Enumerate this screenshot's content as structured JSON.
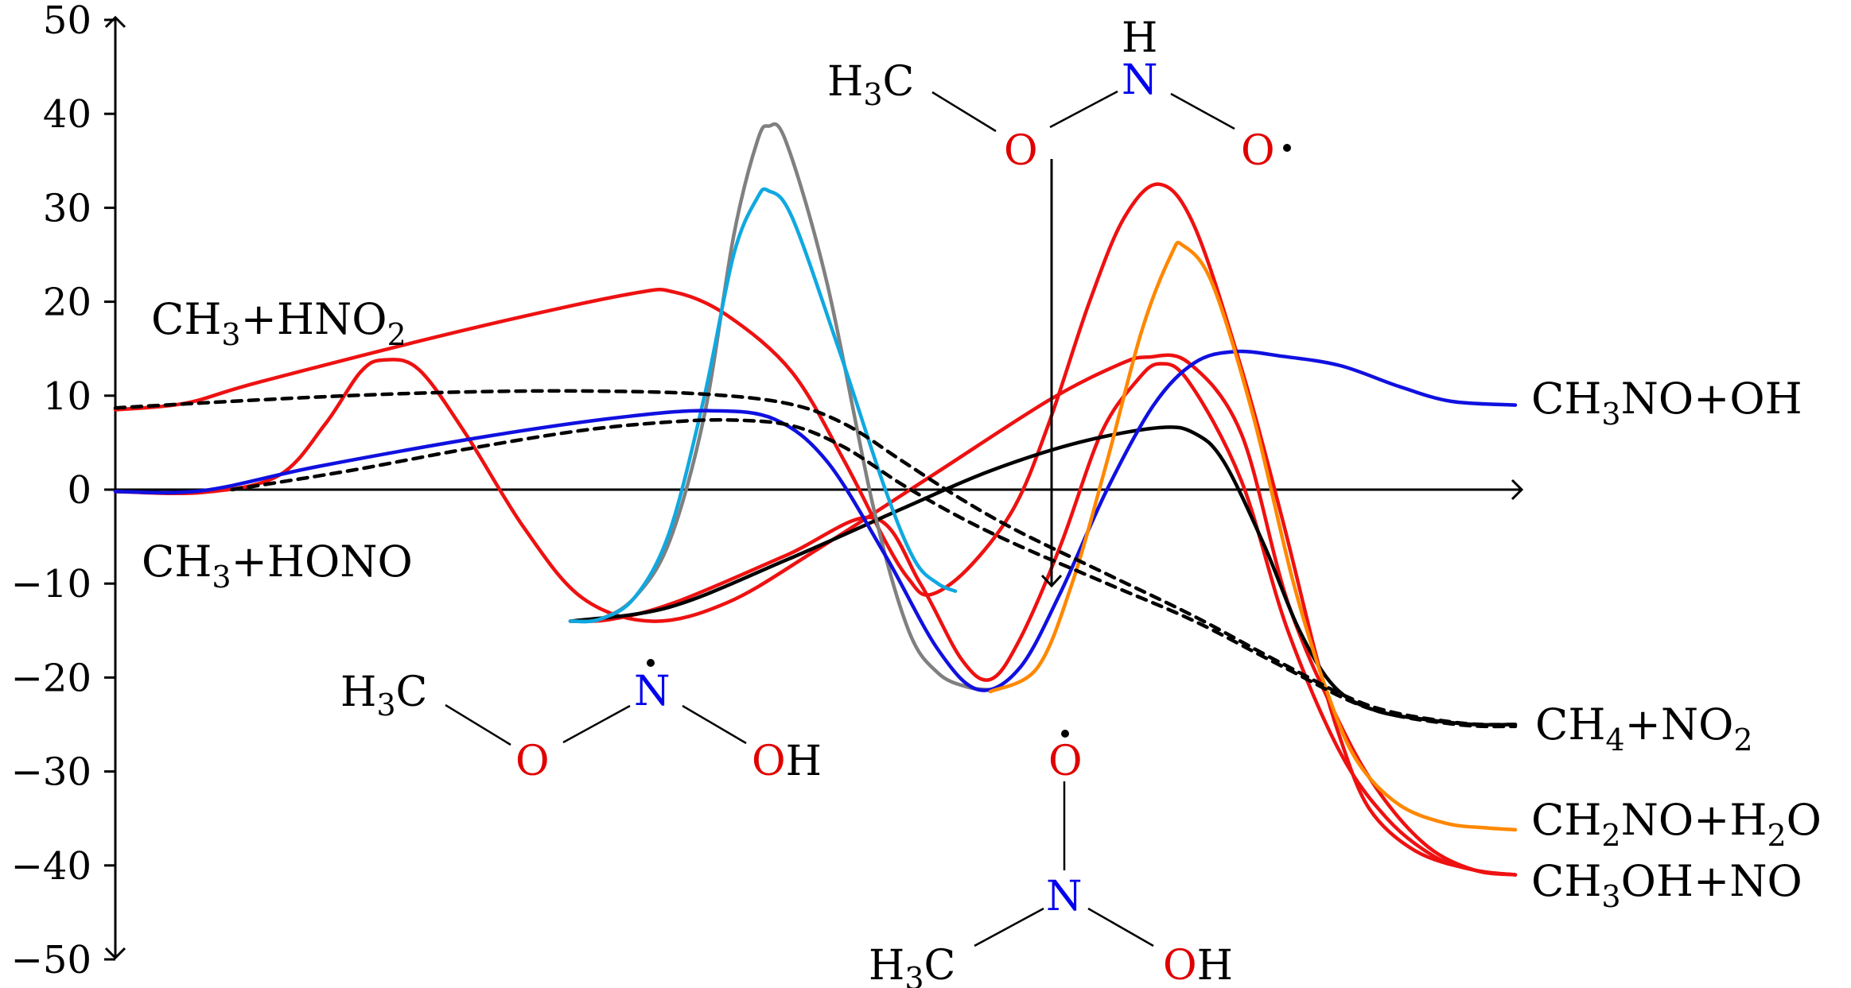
{
  "chart_data": {
    "type": "line",
    "ylim": [
      -50,
      50
    ],
    "y_ticks": [
      50,
      40,
      30,
      20,
      10,
      0,
      -10,
      -20,
      -30,
      -40,
      -50
    ],
    "x_axis": "unlabeled reaction coordinate",
    "colors": {
      "red": "#ee1111",
      "blue": "#1010e0",
      "black": "#000000",
      "gray": "#808080",
      "cyan": "#10a8e0",
      "orange": "#ff8800"
    },
    "series": [
      {
        "color": "red",
        "points": [
          [
            0,
            8.5
          ],
          [
            1.2,
            9.2
          ],
          [
            2.5,
            11.5
          ],
          [
            6,
            17
          ],
          [
            8.8,
            20.8
          ],
          [
            9.6,
            21.0
          ],
          [
            10.5,
            18.5
          ],
          [
            11.6,
            12.5
          ],
          [
            12.5,
            3
          ],
          [
            13.2,
            -5.5
          ],
          [
            13.6,
            -9.5
          ],
          [
            13.95,
            -11.2
          ],
          [
            14.6,
            -8.5
          ],
          [
            15.4,
            -2
          ],
          [
            16.0,
            7
          ],
          [
            16.7,
            20
          ],
          [
            17.3,
            29
          ],
          [
            17.9,
            32.5
          ],
          [
            18.5,
            28
          ],
          [
            19.3,
            13
          ],
          [
            20.0,
            -3
          ],
          [
            20.6,
            -18
          ],
          [
            21.0,
            -26.5
          ],
          [
            21.5,
            -34
          ],
          [
            22.3,
            -38.5
          ],
          [
            23.3,
            -40.5
          ],
          [
            24,
            -41
          ]
        ]
      },
      {
        "color": "red",
        "points": [
          [
            0,
            -0.2
          ],
          [
            1.5,
            -0.3
          ],
          [
            2.8,
            1.5
          ],
          [
            3.6,
            7
          ],
          [
            4.2,
            12.5
          ],
          [
            4.6,
            13.8
          ],
          [
            5.2,
            12.8
          ],
          [
            6,
            6
          ],
          [
            7,
            -4
          ],
          [
            8,
            -11.5
          ],
          [
            9.2,
            -14
          ],
          [
            10.5,
            -12
          ],
          [
            12,
            -6.5
          ],
          [
            14,
            1.5
          ],
          [
            16,
            9.5
          ],
          [
            17.2,
            13.3
          ],
          [
            17.7,
            14.1
          ],
          [
            18.4,
            13.5
          ],
          [
            19.3,
            6
          ],
          [
            20.1,
            -12
          ],
          [
            21.0,
            -25
          ],
          [
            21.7,
            -32.5
          ],
          [
            22.5,
            -38
          ],
          [
            23.3,
            -40.5
          ],
          [
            24,
            -41
          ]
        ]
      },
      {
        "color": "red",
        "points": [
          [
            7.8,
            -14
          ],
          [
            8.5,
            -13.8
          ],
          [
            9.6,
            -12
          ],
          [
            11.5,
            -7
          ],
          [
            13,
            -3
          ],
          [
            13.8,
            -10
          ],
          [
            14.5,
            -18
          ],
          [
            15,
            -20.2
          ],
          [
            15.5,
            -16
          ],
          [
            16.2,
            -6
          ],
          [
            16.9,
            6
          ],
          [
            17.5,
            11.5
          ],
          [
            17.9,
            13.4
          ],
          [
            18.4,
            11.5
          ],
          [
            19.3,
            1
          ],
          [
            20.1,
            -15
          ],
          [
            21.0,
            -28
          ],
          [
            21.8,
            -35
          ],
          [
            22.6,
            -39
          ],
          [
            23.3,
            -40.5
          ],
          [
            24,
            -41
          ]
        ]
      },
      {
        "color": "black",
        "points": [
          [
            7.8,
            -14
          ],
          [
            9.5,
            -12.5
          ],
          [
            11.5,
            -7.5
          ],
          [
            13.5,
            -2
          ],
          [
            15,
            2
          ],
          [
            16.5,
            5
          ],
          [
            17.9,
            6.6
          ],
          [
            18.5,
            6
          ],
          [
            19,
            3
          ],
          [
            19.7,
            -6
          ],
          [
            20.3,
            -15
          ],
          [
            20.9,
            -21
          ],
          [
            21.6,
            -23.5
          ],
          [
            22.5,
            -24.5
          ],
          [
            23.3,
            -25
          ],
          [
            24,
            -25
          ]
        ]
      },
      {
        "color": "gray",
        "points": [
          [
            7.8,
            -14
          ],
          [
            8.3,
            -13.8
          ],
          [
            8.9,
            -11.5
          ],
          [
            9.5,
            -5.5
          ],
          [
            10.1,
            8
          ],
          [
            10.6,
            27
          ],
          [
            11.0,
            37
          ],
          [
            11.2,
            38.7
          ],
          [
            11.5,
            37
          ],
          [
            12.2,
            22
          ],
          [
            13.0,
            -2
          ],
          [
            13.6,
            -15
          ],
          [
            14.1,
            -19.5
          ],
          [
            14.6,
            -21
          ],
          [
            15.0,
            -21.3
          ]
        ]
      },
      {
        "color": "cyan",
        "points": [
          [
            7.8,
            -14
          ],
          [
            8.3,
            -13.8
          ],
          [
            8.9,
            -11.5
          ],
          [
            9.5,
            -4.5
          ],
          [
            10.1,
            10
          ],
          [
            10.6,
            25
          ],
          [
            11.0,
            31
          ],
          [
            11.2,
            31.8
          ],
          [
            11.6,
            29
          ],
          [
            12.4,
            15
          ],
          [
            13.2,
            0
          ],
          [
            13.7,
            -7.5
          ],
          [
            14.1,
            -10
          ],
          [
            14.4,
            -10.8
          ]
        ]
      },
      {
        "color": "blue",
        "points": [
          [
            0,
            -0.2
          ],
          [
            1.5,
            -0.1
          ],
          [
            3.5,
            2.5
          ],
          [
            6.5,
            5.8
          ],
          [
            8.8,
            7.8
          ],
          [
            10.2,
            8.4
          ],
          [
            11.3,
            7.5
          ],
          [
            12.2,
            3
          ],
          [
            13.2,
            -7
          ],
          [
            14.1,
            -17
          ],
          [
            14.8,
            -21.3
          ],
          [
            15.5,
            -19
          ],
          [
            16.2,
            -11
          ],
          [
            17.0,
            0
          ],
          [
            17.8,
            9
          ],
          [
            18.5,
            13.5
          ],
          [
            19.2,
            14.7
          ],
          [
            20,
            14.2
          ],
          [
            21,
            13.2
          ],
          [
            22,
            11
          ],
          [
            22.9,
            9.4
          ],
          [
            24,
            9.0
          ]
        ]
      },
      {
        "color": "orange",
        "points": [
          [
            15.0,
            -21.5
          ],
          [
            15.8,
            -19
          ],
          [
            16.4,
            -10
          ],
          [
            17.0,
            3
          ],
          [
            17.6,
            17
          ],
          [
            18.1,
            25
          ],
          [
            18.3,
            26
          ],
          [
            18.8,
            22
          ],
          [
            19.5,
            8
          ],
          [
            20.2,
            -10
          ],
          [
            20.8,
            -22
          ],
          [
            21.3,
            -29
          ],
          [
            22,
            -33.5
          ],
          [
            22.8,
            -35.5
          ],
          [
            23.5,
            -36
          ],
          [
            24,
            -36.2
          ]
        ]
      },
      {
        "color": "black",
        "dashed": true,
        "points": [
          [
            0,
            8.7
          ],
          [
            2,
            9.4
          ],
          [
            4,
            10.0
          ],
          [
            6,
            10.4
          ],
          [
            8,
            10.5
          ],
          [
            10,
            10.2
          ],
          [
            11.5,
            9.2
          ],
          [
            12.5,
            7
          ],
          [
            13.5,
            3
          ],
          [
            14.5,
            -1
          ],
          [
            15.5,
            -4.5
          ],
          [
            17,
            -9
          ],
          [
            18.5,
            -13.5
          ],
          [
            20,
            -18.5
          ],
          [
            21.5,
            -23
          ],
          [
            23,
            -24.8
          ],
          [
            24,
            -25
          ]
        ]
      },
      {
        "color": "black",
        "dashed": true,
        "points": [
          [
            2,
            0
          ],
          [
            4,
            2
          ],
          [
            6,
            4.3
          ],
          [
            8,
            6.3
          ],
          [
            9.5,
            7.2
          ],
          [
            10.6,
            7.4
          ],
          [
            11.6,
            6.8
          ],
          [
            12.5,
            4.5
          ],
          [
            13.5,
            0.5
          ],
          [
            14.5,
            -3
          ],
          [
            15.5,
            -6
          ],
          [
            17,
            -10
          ],
          [
            18.5,
            -14
          ],
          [
            20,
            -18.8
          ],
          [
            21.5,
            -23.3
          ],
          [
            23,
            -25
          ],
          [
            24,
            -25.2
          ]
        ]
      }
    ],
    "title": "",
    "xlabel": "",
    "ylabel": ""
  },
  "annotations": {
    "ch3_hno2": {
      "main": "CH",
      "sub1": "3",
      "mid": "+HNO",
      "sub2": "2"
    },
    "ch3_hono": {
      "main": "CH",
      "sub1": "3",
      "mid": "+HONO"
    },
    "ch3no_oh": {
      "main": "CH",
      "sub1": "3",
      "mid": "NO+OH"
    },
    "ch4_no2": {
      "main": "CH",
      "sub1": "4",
      "mid": "+NO",
      "sub2": "2"
    },
    "ch2no_h2o": {
      "main": "CH",
      "sub1": "2",
      "mid": "NO+H",
      "sub2": "2",
      "end": "O"
    },
    "ch3oh_no": {
      "main": "CH",
      "sub1": "3",
      "mid": "OH+NO"
    }
  },
  "molecules": {
    "top": {
      "ch": "H",
      "ch_sub": "3",
      "c": "C",
      "o1": "O",
      "n": "N",
      "h": "H",
      "o2": "O"
    },
    "left": {
      "ch": "H",
      "ch_sub": "3",
      "c": "C",
      "o1": "O",
      "n": "N",
      "o2": "O",
      "h": "H"
    },
    "bottom": {
      "ch": "H",
      "ch_sub": "3",
      "c": "C",
      "o1": "O",
      "n": "N",
      "o2": "O",
      "h": "H"
    }
  }
}
